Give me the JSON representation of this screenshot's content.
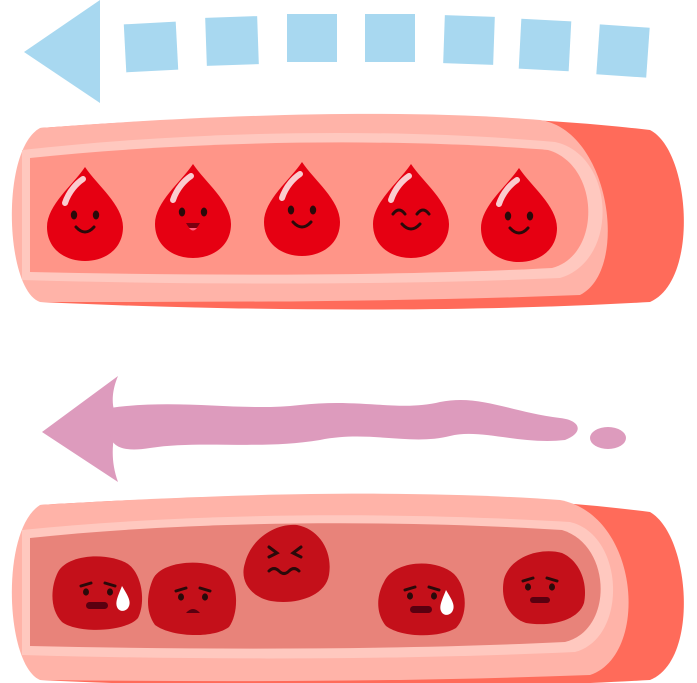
{
  "colors": {
    "top_arrow": "#a8d8f0",
    "bottom_arrow": "#dd9bbd",
    "vessel_outer": "#ff6b5a",
    "vessel_wall": "#ffb3a8",
    "vessel_inner": "#ffc8bf",
    "lumen_healthy": "#ff9588",
    "lumen_unhealthy": "#e8837a",
    "cell_healthy": "#e60012",
    "cell_unhealthy": "#c4101a",
    "face": "#2a0a0a",
    "tear": "#ffffff"
  },
  "icons": {
    "top_flow": "dashed-arrow-left-icon",
    "bottom_flow": "wavy-arrow-left-icon",
    "healthy_cell": "blood-drop-icon",
    "unhealthy_cell": "clumped-blood-cell-icon"
  },
  "healthy_cells": [
    {
      "expression": "smile"
    },
    {
      "expression": "open-mouth"
    },
    {
      "expression": "smile"
    },
    {
      "expression": "laughing"
    },
    {
      "expression": "smile"
    }
  ],
  "unhealthy_cells": [
    {
      "expression": "crying"
    },
    {
      "expression": "sad"
    },
    {
      "expression": "worried"
    },
    {
      "expression": "crying"
    },
    {
      "expression": "troubled"
    }
  ]
}
